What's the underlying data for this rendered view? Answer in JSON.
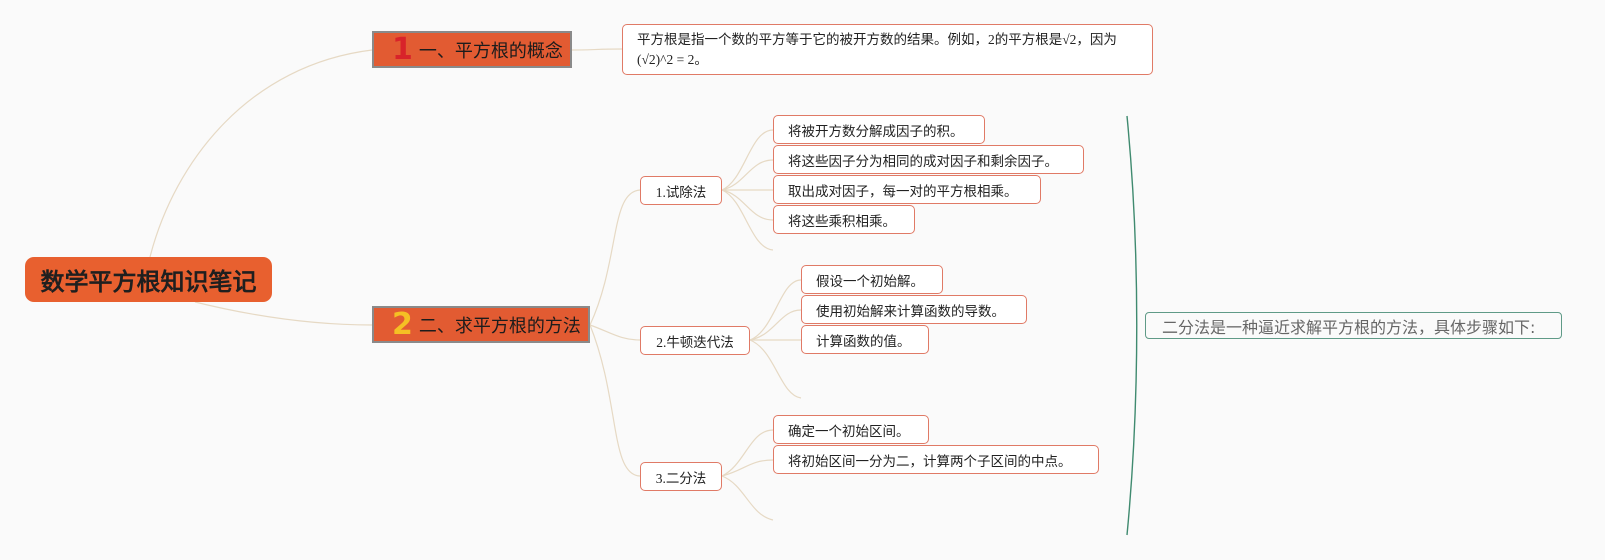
{
  "root": {
    "title": "数学平方根知识笔记"
  },
  "branches": [
    {
      "badge": "1",
      "label": "一、平方根的概念"
    },
    {
      "badge": "2",
      "label": "二、求平方根的方法"
    }
  ],
  "concept": {
    "text": "平方根是指一个数的平方等于它的被开方数的结果。例如，2的平方根是√2，因为(√2)^2 = 2。"
  },
  "methods": [
    {
      "label": "1.试除法",
      "steps": [
        "将被开方数分解成因子的积。",
        "将这些因子分为相同的成对因子和剩余因子。",
        "取出成对因子，每一对的平方根相乘。",
        "将这些乘积相乘。"
      ]
    },
    {
      "label": "2.牛顿迭代法",
      "steps": [
        "假设一个初始解。",
        "使用初始解来计算函数的导数。",
        "计算函数的值。"
      ]
    },
    {
      "label": "3.二分法",
      "steps": [
        "确定一个初始区间。",
        "将初始区间一分为二，计算两个子区间的中点。"
      ]
    }
  ],
  "summary": {
    "text": "二分法是一种逼近求解平方根的方法，具体步骤如下:"
  }
}
